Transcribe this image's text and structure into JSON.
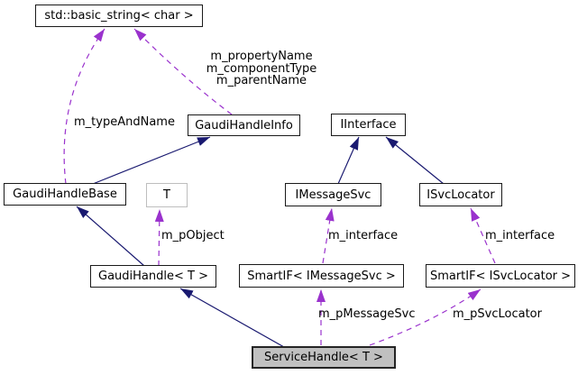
{
  "diagram": {
    "kind": "collaboration-graph",
    "colors": {
      "inheritance_edge": "#191970",
      "usage_edge": "#9a32cd",
      "node_border": "#1a1a1a",
      "template_param_border": "#bebebe",
      "current_node_fill": "#c0c0c0",
      "node_fill": "#ffffff",
      "background": "#ffffff"
    },
    "nodes": {
      "basic_string": {
        "label": "std::basic_string< char >"
      },
      "gaudi_handle_info": {
        "label": "GaudiHandleInfo"
      },
      "iinterface": {
        "label": "IInterface"
      },
      "gaudi_handle_base": {
        "label": "GaudiHandleBase"
      },
      "template_param_t": {
        "label": "T"
      },
      "imessage_svc": {
        "label": "IMessageSvc"
      },
      "isvc_locator": {
        "label": "ISvcLocator"
      },
      "gaudi_handle_t": {
        "label": "GaudiHandle< T >"
      },
      "smartif_imessagesvc": {
        "label": "SmartIF< IMessageSvc >"
      },
      "smartif_isvclocator": {
        "label": "SmartIF< ISvcLocator >"
      },
      "service_handle_t": {
        "label": "ServiceHandle< T >"
      }
    },
    "edge_labels": {
      "property_group": [
        "m_propertyName",
        "m_componentType",
        "m_parentName"
      ],
      "type_and_name": "m_typeAndName",
      "p_object": "m_pObject",
      "interface_left": "m_interface",
      "interface_right": "m_interface",
      "p_message_svc": "m_pMessageSvc",
      "p_svc_locator": "m_pSvcLocator"
    }
  }
}
